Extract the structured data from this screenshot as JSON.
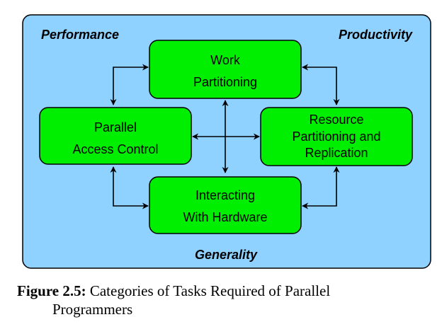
{
  "colors": {
    "panel_fill": "#8fd1ff",
    "box_fill": "#00ee00",
    "stroke": "#000000"
  },
  "corners": {
    "top_left": "Performance",
    "top_right": "Productivity",
    "bottom": "Generality"
  },
  "boxes": {
    "work_partitioning": [
      "Work",
      "Partitioning"
    ],
    "parallel_access_control": [
      "Parallel",
      "Access Control"
    ],
    "resource_partitioning": [
      "Resource",
      "Partitioning and",
      "Replication"
    ],
    "interacting_with_hardware": [
      "Interacting",
      "With Hardware"
    ]
  },
  "caption": {
    "label": "Figure 2.5:",
    "line1": "Categories of Tasks Required of Parallel",
    "line2": "Programmers"
  }
}
